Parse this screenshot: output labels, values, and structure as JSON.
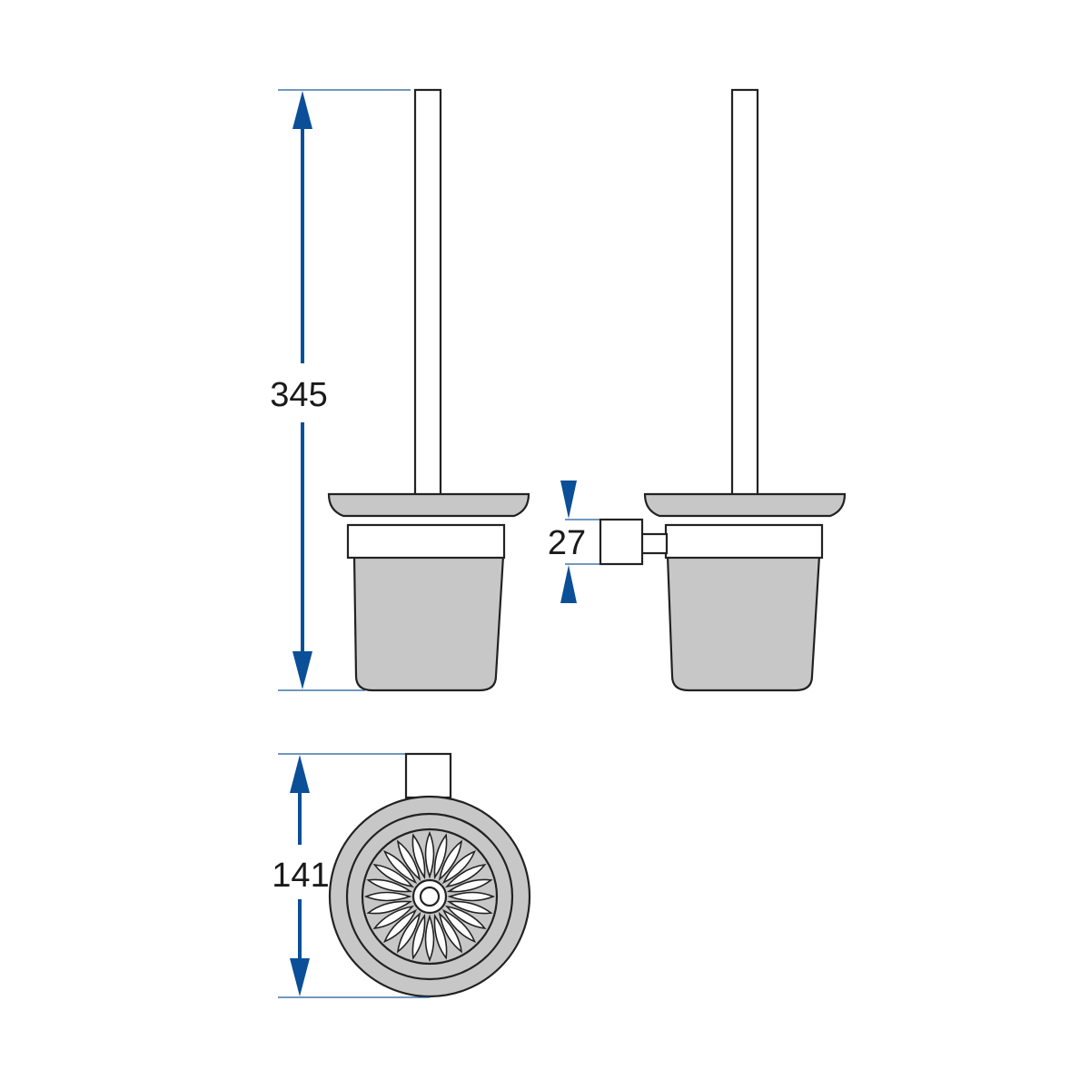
{
  "dimensions": {
    "height": "345",
    "bracket_height": "27",
    "diameter": "141"
  },
  "colors": {
    "dimension_line": "#0a4f97",
    "extension_line": "#1e5a96",
    "glass_fill": "#c7c7c7",
    "outline": "#222222"
  }
}
